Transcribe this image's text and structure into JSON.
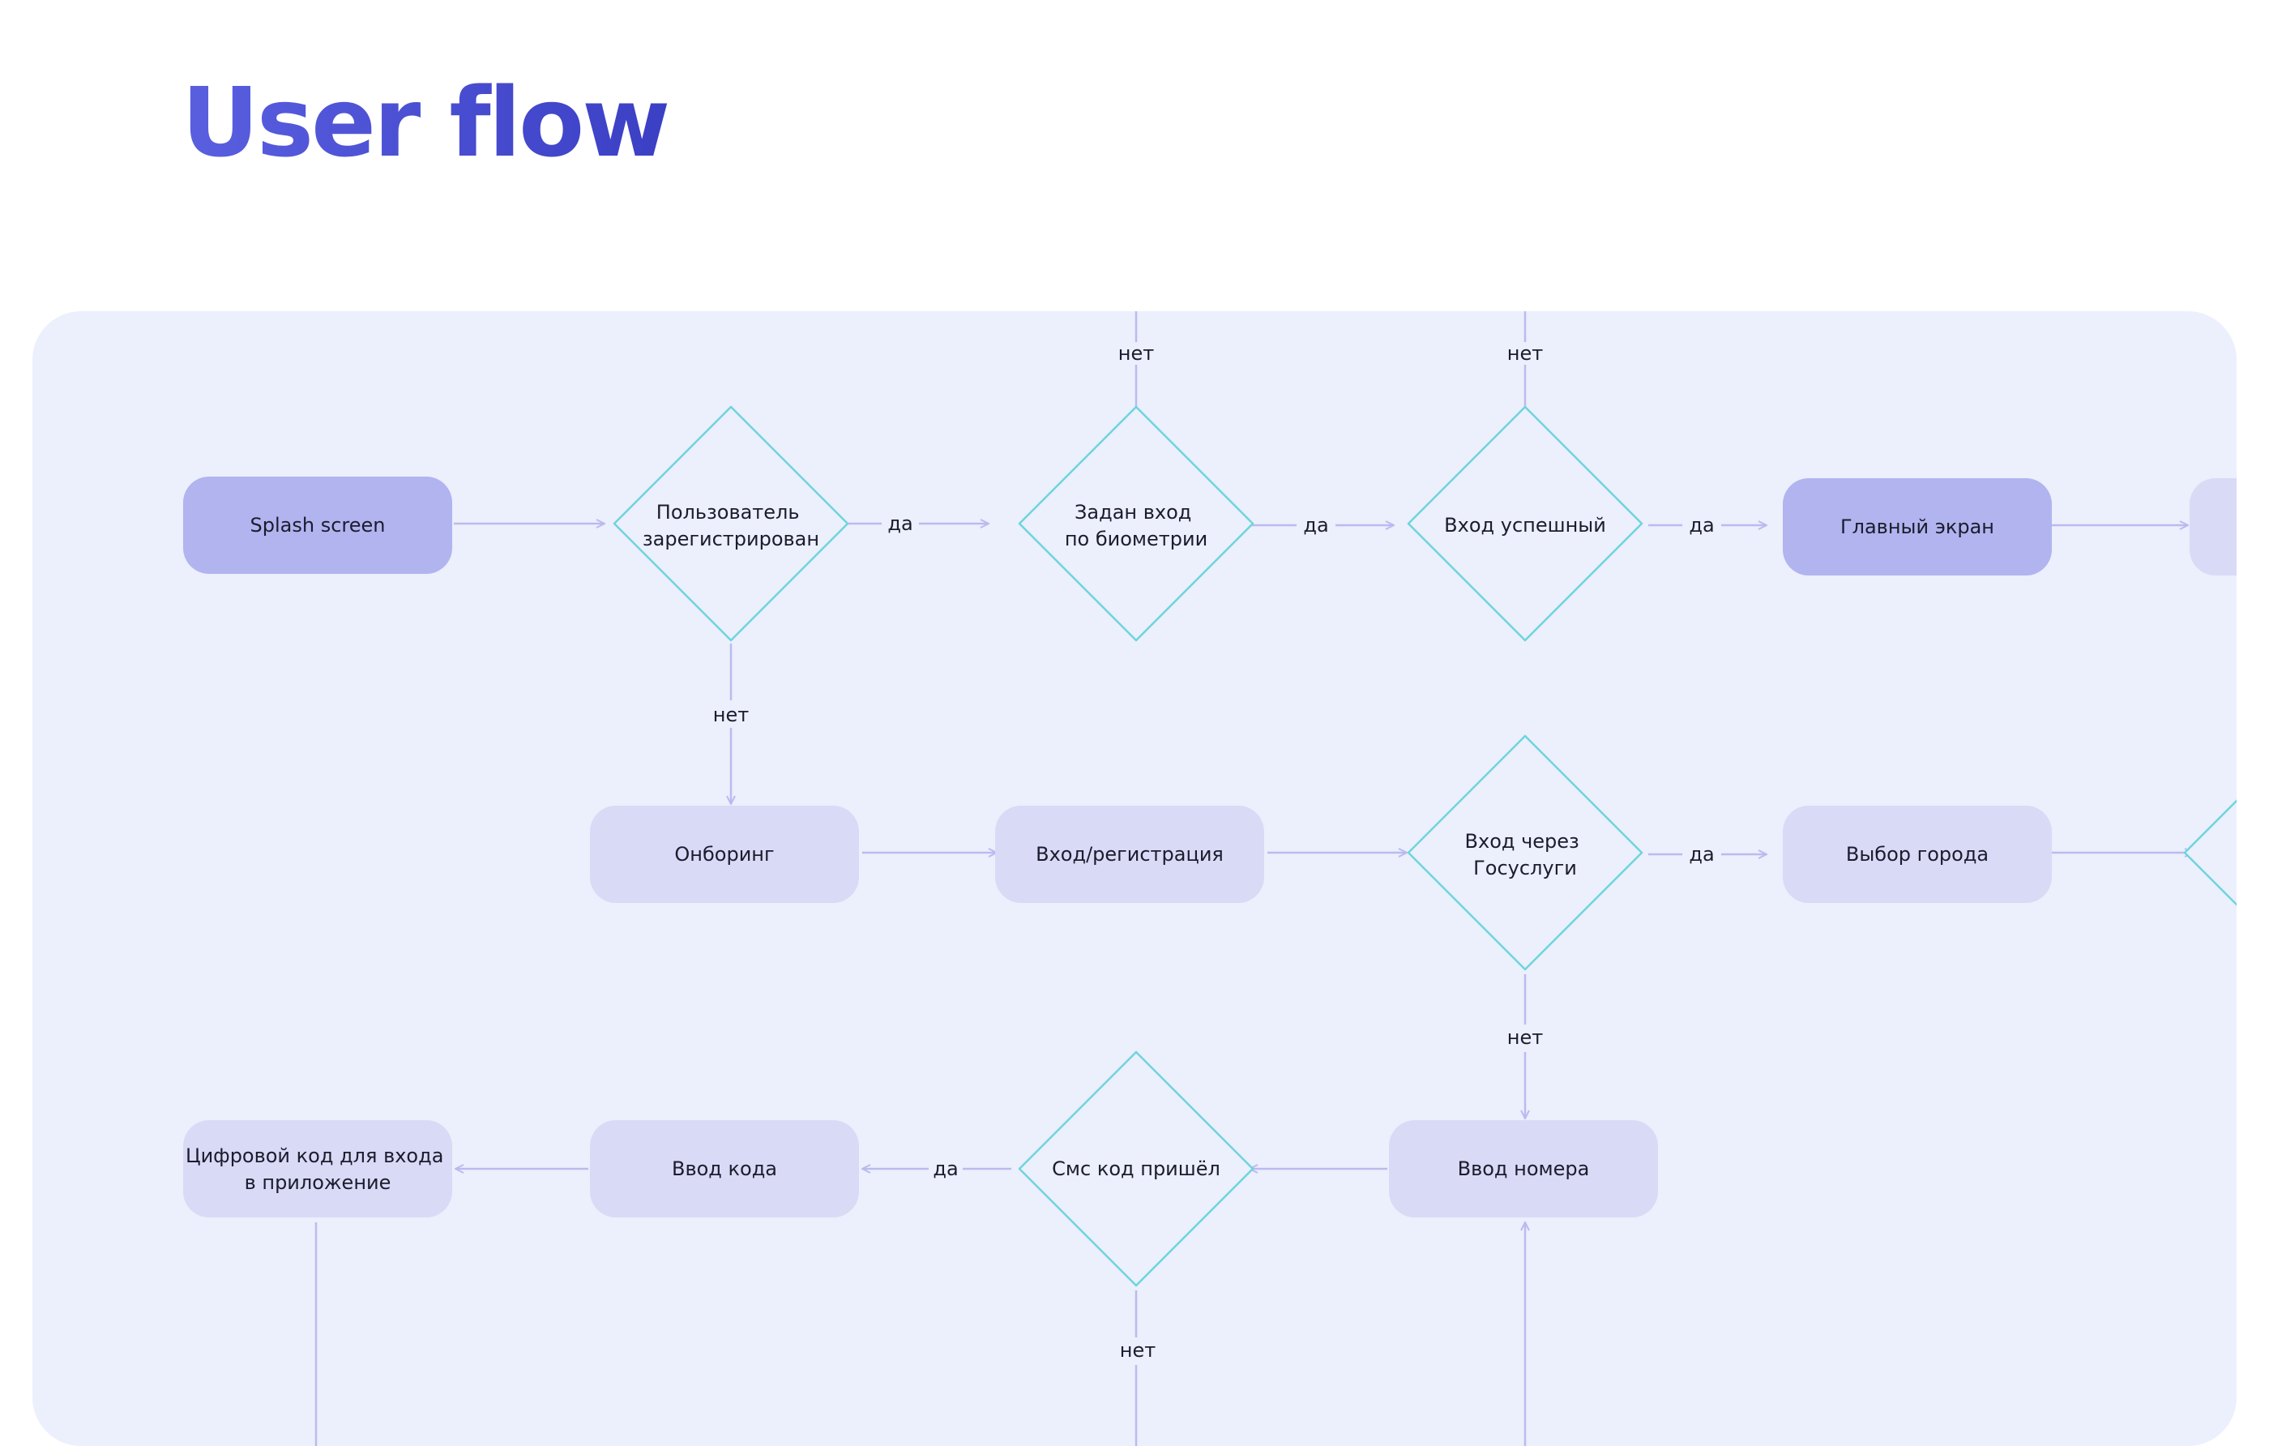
{
  "title": "User flow",
  "colors": {
    "title": "#4b4fd4",
    "panel": "#eceffc",
    "node_primary": "#b1b4ef",
    "node_secondary": "#d9daf6",
    "decision_stroke": "#6dd5dc",
    "edge": "#b9bbef"
  },
  "nodes": {
    "splash": "Splash screen",
    "registered": [
      "Пользователь",
      "зарегистрирован"
    ],
    "biometrics": [
      "Задан вход",
      "по биометрии"
    ],
    "login_success": [
      "Вход успешный"
    ],
    "main_screen": "Главный экран",
    "onboarding": "Онборинг",
    "login_register": "Вход/регистрация",
    "gosuslugi": [
      "Вход через",
      "Госуслуги"
    ],
    "city_select": "Выбор города",
    "digital_code": [
      "Цифровой код для входа",
      "в приложение"
    ],
    "enter_code": "Ввод кода",
    "sms_received": [
      "Смс код пришёл"
    ],
    "enter_number": "Ввод номера"
  },
  "edge_labels": {
    "yes": "да",
    "no": "нет"
  }
}
